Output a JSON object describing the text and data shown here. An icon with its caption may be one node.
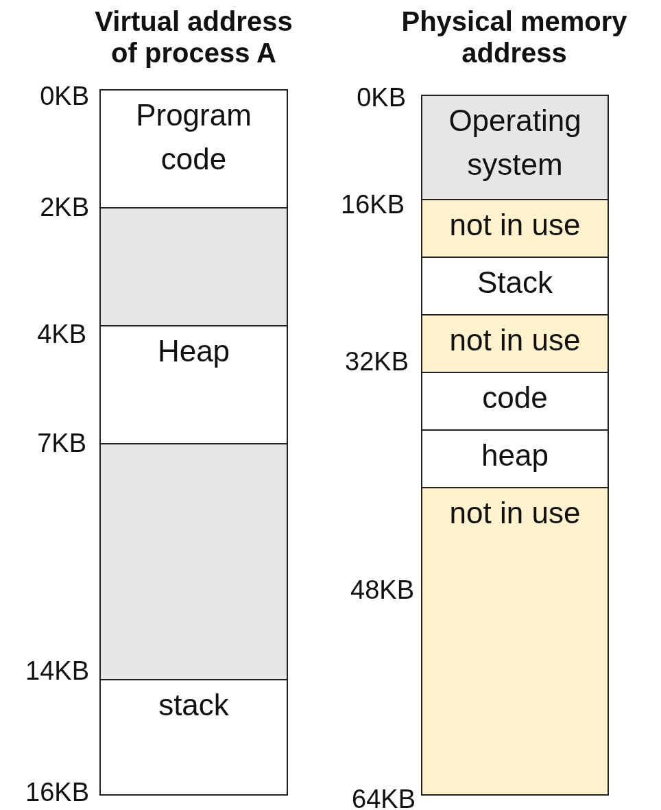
{
  "diagram": {
    "nodes": [
      {
        "text": [
          "Virtual address of process A"
        ]
      },
      {
        "text": [
          "Program code"
        ],
        "in": 0
      },
      {
        "text": [],
        "shape": "box",
        "in": 0
      },
      {
        "text": [
          "Heap"
        ],
        "in": 0
      },
      {
        "text": [],
        "shape": "box",
        "in": 0
      },
      {
        "text": [
          "stack"
        ],
        "in": 0
      },
      {
        "text": [
          "Physical memory address"
        ]
      },
      {
        "text": [
          "Operating system"
        ],
        "in": 6
      },
      {
        "text": [
          "not in use"
        ],
        "in": 6
      },
      {
        "text": [
          "Stack"
        ],
        "in": 6
      },
      {
        "text": [
          "not in use"
        ],
        "in": 6
      },
      {
        "text": [
          "code"
        ],
        "in": 6
      },
      {
        "text": [
          "heap"
        ],
        "in": 6
      },
      {
        "text": [
          "not in use"
        ],
        "in": 6
      }
    ],
    "edges": [],
    "labels": [
      "0KB",
      "2KB",
      "4KB",
      "7KB",
      "14KB",
      "16KB",
      "0KB",
      "16KB",
      "32KB",
      "48KB",
      "64KB"
    ]
  }
}
